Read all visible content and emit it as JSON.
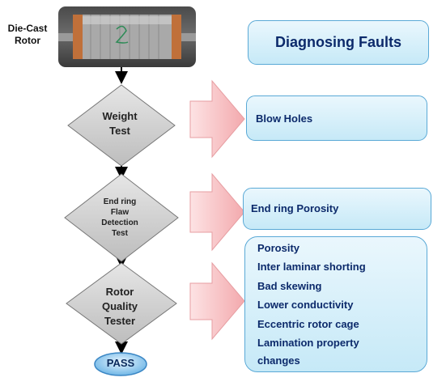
{
  "input": {
    "label_line1": "Die-Cast",
    "label_line2": "Rotor"
  },
  "steps": [
    {
      "line1": "Weight",
      "line2": "Test"
    },
    {
      "line1": "End ring",
      "line2": "Flaw",
      "line3": "Detection",
      "line4": "Test"
    },
    {
      "line1": "Rotor",
      "line2": "Quality",
      "line3": "Tester"
    }
  ],
  "pass_label": "PASS",
  "header": "Diagnosing  Faults",
  "faults": {
    "weight_test": [
      "Blow Holes"
    ],
    "end_ring_test": [
      "End ring Porosity"
    ],
    "quality_tester": [
      "Porosity",
      "Inter laminar shorting",
      "Bad skewing",
      "Lower conductivity",
      "Eccentric rotor cage",
      "Lamination property",
      "changes"
    ]
  },
  "colors": {
    "diamond_fill": "#cfcfcf",
    "box_fill": "#c6e9f7",
    "box_border": "#5aa9d6",
    "arrow_fill": "#f9c6c8",
    "text_navy": "#0c2a6b"
  }
}
